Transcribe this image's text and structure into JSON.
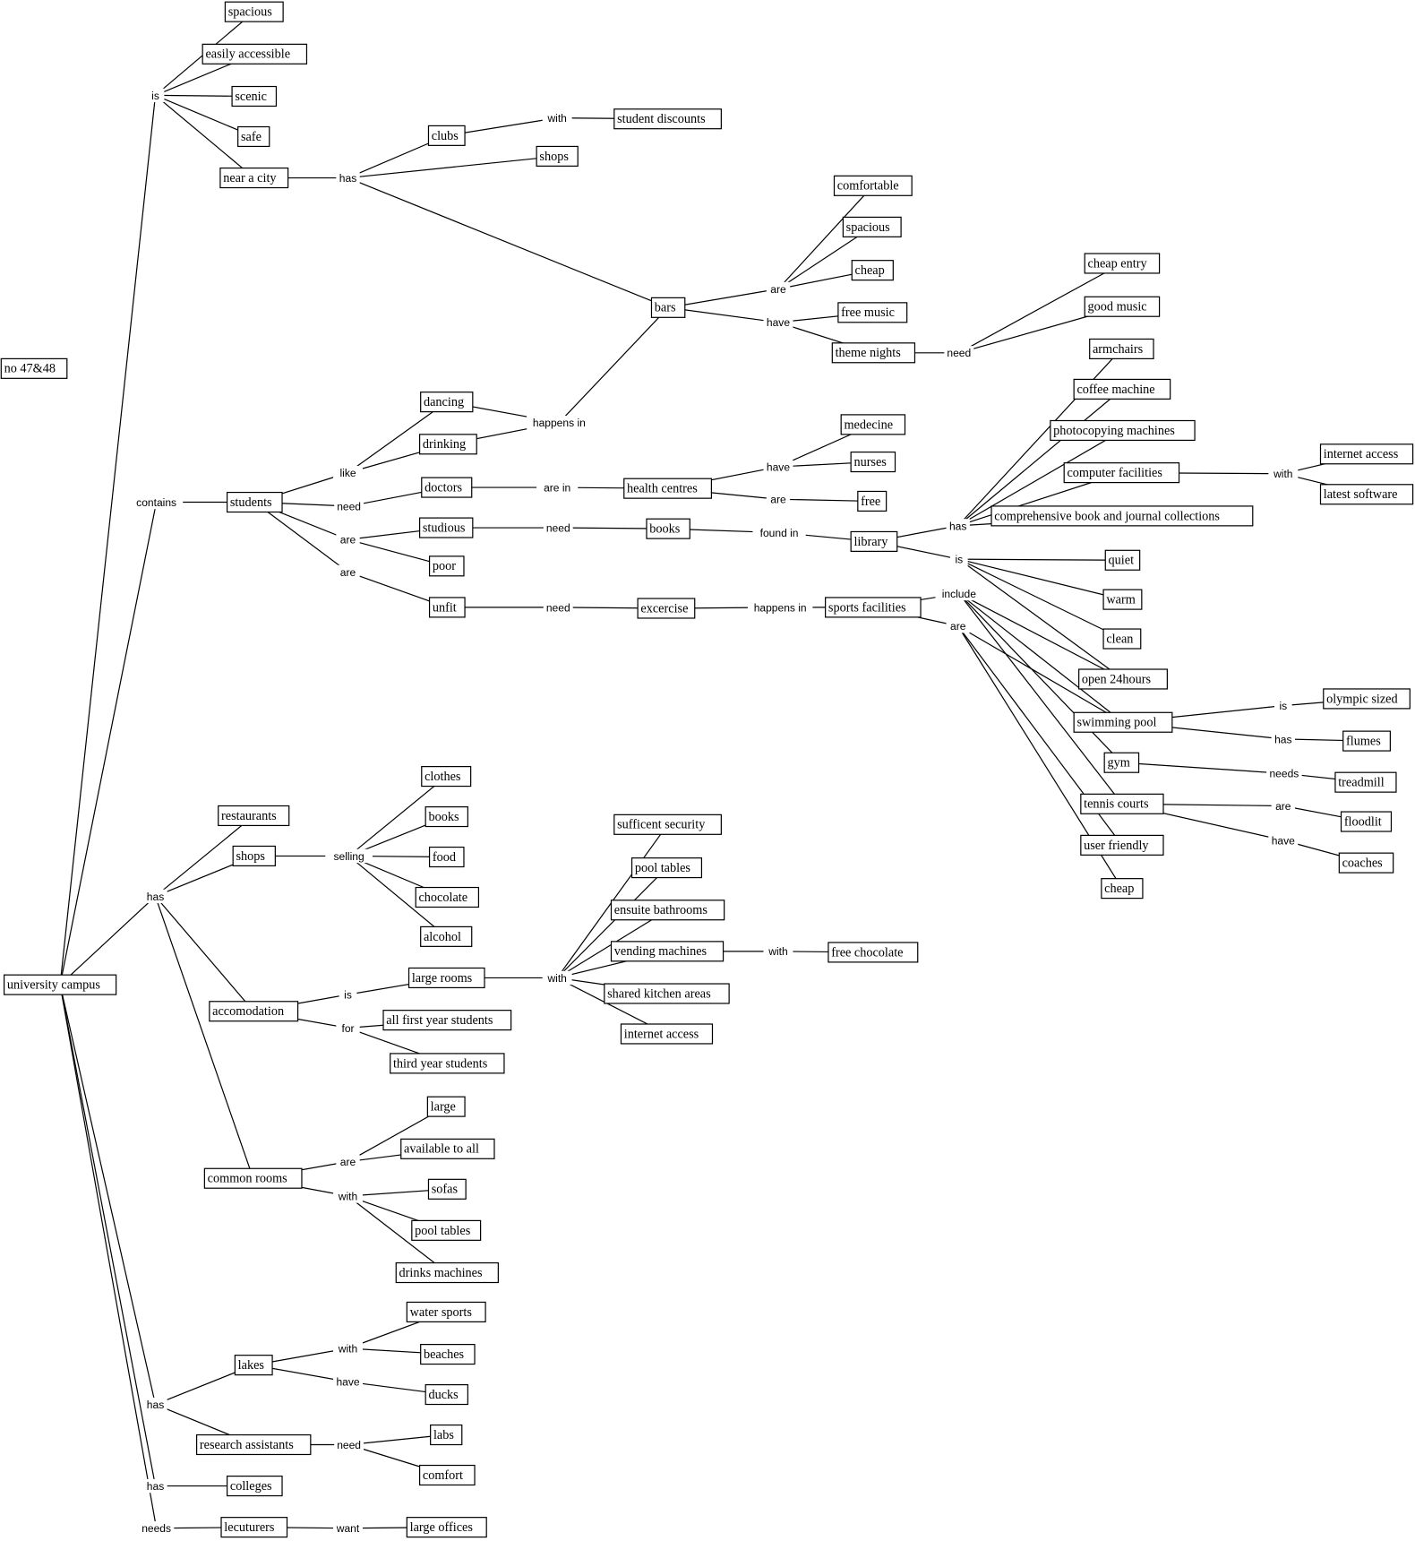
{
  "title": "university campus concept map",
  "concepts": [
    {
      "id": "no4748",
      "label": "no 47&48"
    },
    {
      "id": "uc",
      "label": "university campus"
    },
    {
      "id": "spacious",
      "label": "spacious"
    },
    {
      "id": "easily",
      "label": "easily accessible"
    },
    {
      "id": "scenic",
      "label": "scenic"
    },
    {
      "id": "safe",
      "label": "safe"
    },
    {
      "id": "nearcity",
      "label": "near a city"
    },
    {
      "id": "clubs",
      "label": "clubs"
    },
    {
      "id": "shops1",
      "label": "shops"
    },
    {
      "id": "studdisc",
      "label": "student discounts"
    },
    {
      "id": "bars",
      "label": "bars"
    },
    {
      "id": "comfortable",
      "label": "comfortable"
    },
    {
      "id": "spacious2",
      "label": "spacious"
    },
    {
      "id": "cheap1",
      "label": "cheap"
    },
    {
      "id": "freemusic",
      "label": "free music"
    },
    {
      "id": "themenights",
      "label": "theme nights"
    },
    {
      "id": "cheapentry",
      "label": "cheap entry"
    },
    {
      "id": "goodmusic",
      "label": "good music"
    },
    {
      "id": "armchairs",
      "label": "armchairs"
    },
    {
      "id": "coffee",
      "label": "coffee machine"
    },
    {
      "id": "photocopy",
      "label": "photocopying machines"
    },
    {
      "id": "computer",
      "label": "computer facilities"
    },
    {
      "id": "comprehensive",
      "label": "comprehensive book and journal collections"
    },
    {
      "id": "internet1",
      "label": "internet access"
    },
    {
      "id": "latest",
      "label": "latest software"
    },
    {
      "id": "students",
      "label": "students"
    },
    {
      "id": "dancing",
      "label": "dancing"
    },
    {
      "id": "drinking",
      "label": "drinking"
    },
    {
      "id": "doctors",
      "label": "doctors"
    },
    {
      "id": "health",
      "label": "health centres"
    },
    {
      "id": "medecine",
      "label": "medecine"
    },
    {
      "id": "nurses",
      "label": "nurses"
    },
    {
      "id": "free",
      "label": "free"
    },
    {
      "id": "studious",
      "label": "studious"
    },
    {
      "id": "poor",
      "label": "poor"
    },
    {
      "id": "books1",
      "label": "books"
    },
    {
      "id": "library",
      "label": "library"
    },
    {
      "id": "quiet",
      "label": "quiet"
    },
    {
      "id": "warm",
      "label": "warm"
    },
    {
      "id": "clean",
      "label": "clean"
    },
    {
      "id": "open24",
      "label": "open 24hours"
    },
    {
      "id": "unfit",
      "label": "unfit"
    },
    {
      "id": "excercise",
      "label": "excercise"
    },
    {
      "id": "sports",
      "label": "sports facilities"
    },
    {
      "id": "swimming",
      "label": "swimming pool"
    },
    {
      "id": "olympic",
      "label": "olympic sized"
    },
    {
      "id": "flumes",
      "label": "flumes"
    },
    {
      "id": "gym",
      "label": "gym"
    },
    {
      "id": "treadmill",
      "label": "treadmill"
    },
    {
      "id": "tennis",
      "label": "tennis courts"
    },
    {
      "id": "floodlit",
      "label": "floodlit"
    },
    {
      "id": "coaches",
      "label": "coaches"
    },
    {
      "id": "userfriendly",
      "label": "user friendly"
    },
    {
      "id": "cheap3",
      "label": "cheap"
    },
    {
      "id": "restaurants",
      "label": "restaurants"
    },
    {
      "id": "shops2",
      "label": "shops"
    },
    {
      "id": "clothes",
      "label": "clothes"
    },
    {
      "id": "books2",
      "label": "books"
    },
    {
      "id": "food",
      "label": "food"
    },
    {
      "id": "chocolate",
      "label": "chocolate"
    },
    {
      "id": "alcohol",
      "label": "alcohol"
    },
    {
      "id": "suff",
      "label": "sufficent security"
    },
    {
      "id": "pool1",
      "label": "pool tables"
    },
    {
      "id": "ensuite",
      "label": "ensuite bathrooms"
    },
    {
      "id": "vending",
      "label": "vending machines"
    },
    {
      "id": "freechoc",
      "label": "free chocolate"
    },
    {
      "id": "shared",
      "label": "shared kitchen areas"
    },
    {
      "id": "internet2",
      "label": "internet access"
    },
    {
      "id": "accom",
      "label": "accomodation"
    },
    {
      "id": "largerooms",
      "label": "large rooms"
    },
    {
      "id": "allfirst",
      "label": "all first year students"
    },
    {
      "id": "thirdyear",
      "label": "third year students"
    },
    {
      "id": "common",
      "label": "common rooms"
    },
    {
      "id": "large",
      "label": "large"
    },
    {
      "id": "available",
      "label": "available to all"
    },
    {
      "id": "sofas",
      "label": "sofas"
    },
    {
      "id": "pool2",
      "label": "pool tables"
    },
    {
      "id": "drinks",
      "label": "drinks machines"
    },
    {
      "id": "watersports",
      "label": "water sports"
    },
    {
      "id": "beaches",
      "label": "beaches"
    },
    {
      "id": "ducks",
      "label": "ducks"
    },
    {
      "id": "lakes",
      "label": "lakes"
    },
    {
      "id": "research",
      "label": "research assistants"
    },
    {
      "id": "labs",
      "label": "labs"
    },
    {
      "id": "comfort",
      "label": "comfort"
    },
    {
      "id": "colleges",
      "label": "colleges"
    },
    {
      "id": "lecuturers",
      "label": "lecuturers"
    },
    {
      "id": "largeoffices",
      "label": "large offices"
    }
  ],
  "link_labels": [
    {
      "id": "is1",
      "label": "is"
    },
    {
      "id": "has1",
      "label": "has"
    },
    {
      "id": "with1",
      "label": "with"
    },
    {
      "id": "are1",
      "label": "are"
    },
    {
      "id": "have1",
      "label": "have"
    },
    {
      "id": "need1",
      "label": "need"
    },
    {
      "id": "contains",
      "label": "contains"
    },
    {
      "id": "like",
      "label": "like"
    },
    {
      "id": "need2",
      "label": "need"
    },
    {
      "id": "are3",
      "label": "are"
    },
    {
      "id": "are4",
      "label": "are"
    },
    {
      "id": "happensin1",
      "label": "happens in"
    },
    {
      "id": "arein",
      "label": "are in"
    },
    {
      "id": "have2",
      "label": "have"
    },
    {
      "id": "are2",
      "label": "are"
    },
    {
      "id": "need3",
      "label": "need"
    },
    {
      "id": "foundin",
      "label": "found in"
    },
    {
      "id": "has2",
      "label": "has"
    },
    {
      "id": "is2",
      "label": "is"
    },
    {
      "id": "with2",
      "label": "with"
    },
    {
      "id": "need4",
      "label": "need"
    },
    {
      "id": "happensin2",
      "label": "happens in"
    },
    {
      "id": "include",
      "label": "include"
    },
    {
      "id": "are5",
      "label": "are"
    },
    {
      "id": "is3",
      "label": "is"
    },
    {
      "id": "has3",
      "label": "has"
    },
    {
      "id": "needs1",
      "label": "needs"
    },
    {
      "id": "are6",
      "label": "are"
    },
    {
      "id": "have3",
      "label": "have"
    },
    {
      "id": "has4",
      "label": "has"
    },
    {
      "id": "selling",
      "label": "selling"
    },
    {
      "id": "is4",
      "label": "is"
    },
    {
      "id": "for",
      "label": "for"
    },
    {
      "id": "with3",
      "label": "with"
    },
    {
      "id": "with4",
      "label": "with"
    },
    {
      "id": "are7",
      "label": "are"
    },
    {
      "id": "with5",
      "label": "with"
    },
    {
      "id": "with6",
      "label": "with"
    },
    {
      "id": "have4",
      "label": "have"
    },
    {
      "id": "has5",
      "label": "has"
    },
    {
      "id": "need5",
      "label": "need"
    },
    {
      "id": "has6",
      "label": "has"
    },
    {
      "id": "needs2",
      "label": "needs"
    },
    {
      "id": "want",
      "label": "want"
    }
  ]
}
